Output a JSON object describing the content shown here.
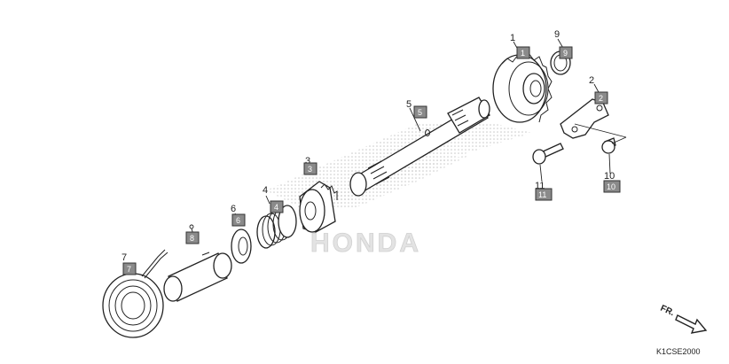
{
  "diagram": {
    "watermark": "HONDA",
    "code": "K1CSE2000",
    "direction": "FR.",
    "parts": [
      {
        "num": "1"
      },
      {
        "num": "2"
      },
      {
        "num": "3"
      },
      {
        "num": "4"
      },
      {
        "num": "5"
      },
      {
        "num": "6"
      },
      {
        "num": "7"
      },
      {
        "num": "8"
      },
      {
        "num": "9"
      },
      {
        "num": "10"
      },
      {
        "num": "11"
      }
    ]
  }
}
